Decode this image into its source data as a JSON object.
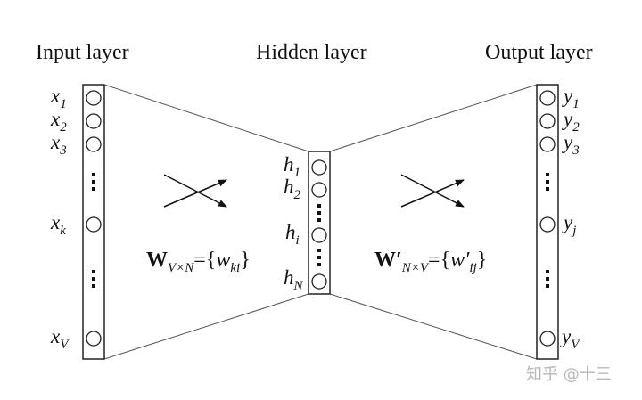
{
  "titles": {
    "input": "Input layer",
    "hidden": "Hidden layer",
    "output": "Output layer"
  },
  "input_labels": [
    {
      "base": "x",
      "sub": "1"
    },
    {
      "base": "x",
      "sub": "2"
    },
    {
      "base": "x",
      "sub": "3"
    },
    {
      "base": "x",
      "sub": "k"
    },
    {
      "base": "x",
      "sub": "V"
    }
  ],
  "hidden_labels": [
    {
      "base": "h",
      "sub": "1"
    },
    {
      "base": "h",
      "sub": "2"
    },
    {
      "base": "h",
      "sub": "i"
    },
    {
      "base": "h",
      "sub": "N"
    }
  ],
  "output_labels": [
    {
      "base": "y",
      "sub": "1"
    },
    {
      "base": "y",
      "sub": "2"
    },
    {
      "base": "y",
      "sub": "3"
    },
    {
      "base": "y",
      "sub": "j"
    },
    {
      "base": "y",
      "sub": "V"
    }
  ],
  "weights_in": {
    "symbol": "W",
    "sub": "V×N",
    "eq": "={",
    "elem": "w",
    "elem_sub": "ki",
    "close": "}"
  },
  "weights_out": {
    "symbol": "W′",
    "sub": "N×V",
    "eq": "={",
    "elem": "w′",
    "elem_sub": "ij",
    "close": "}"
  },
  "watermark": "知乎 @十三"
}
